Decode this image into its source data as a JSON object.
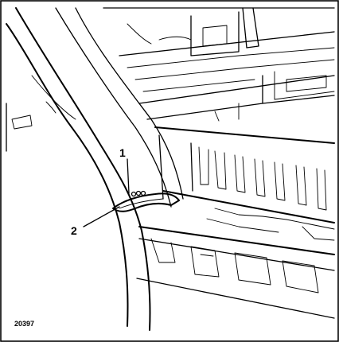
{
  "figure": {
    "reference": "20397",
    "callouts": [
      {
        "number": "1",
        "target": "weld-point-mark"
      },
      {
        "number": "2",
        "target": "a-pillar-bracket"
      }
    ]
  }
}
